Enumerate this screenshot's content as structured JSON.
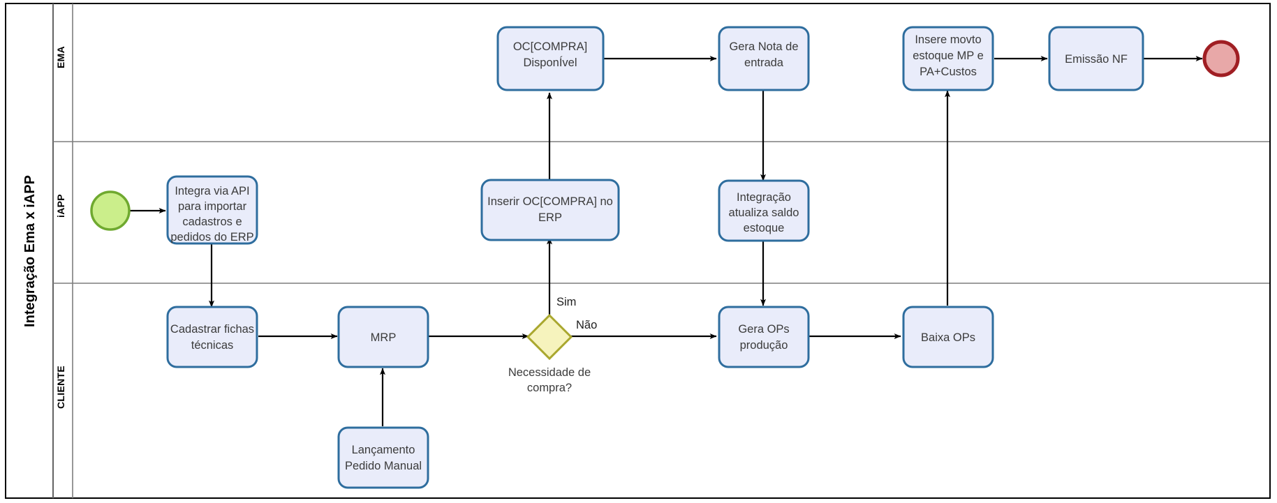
{
  "pool": {
    "title": "Integração Ema x iAPP",
    "lanes": [
      {
        "id": "ema",
        "label": "EMA"
      },
      {
        "id": "iapp",
        "label": "iAPP"
      },
      {
        "id": "cliente",
        "label": "CLIENTE"
      }
    ]
  },
  "events": {
    "start": {
      "name": "start-event",
      "lane": "iAPP",
      "type": "start"
    },
    "end": {
      "name": "end-event",
      "lane": "EMA",
      "type": "end"
    }
  },
  "tasks": {
    "integra_api": "Integra via API para importar cadastros e pedidos do ERP",
    "integra_api_lines": [
      "Integra via API",
      "para importar",
      "cadastros e",
      "pedidos do ERP"
    ],
    "cadastrar_fichas_lines": [
      "Cadastrar fichas",
      "técnicas"
    ],
    "mrp_lines": [
      "MRP"
    ],
    "lancamento_lines": [
      "Lançamento",
      "Pedido Manual"
    ],
    "inserir_oc_lines": [
      "Inserir OC[COMPRA] no",
      "ERP"
    ],
    "oc_disponivel_lines": [
      "OC[COMPRA]",
      "DisponÍvel"
    ],
    "gera_nota_lines": [
      "Gera Nota de",
      "entrada"
    ],
    "integracao_saldo_lines": [
      "Integração",
      "atualiza saldo",
      "estoque"
    ],
    "gera_ops_lines": [
      "Gera OPs",
      "produção"
    ],
    "baixa_ops_lines": [
      "Baixa OPs"
    ],
    "insere_movto_lines": [
      "Insere movto",
      "estoque MP e",
      "PA+Custos"
    ],
    "emissao_nf_lines": [
      "Emissão NF"
    ]
  },
  "gateway": {
    "label_lines": [
      "Necessidade de",
      "compra?"
    ],
    "label": "Necessidade de compra?"
  },
  "flow_labels": {
    "sim": "Sim",
    "nao": "Não"
  },
  "colors": {
    "task_fill": "#E9ECFA",
    "task_stroke": "#2E6D9E",
    "gateway_fill": "#F6F3BD",
    "gateway_stroke": "#A9A72E",
    "start_fill": "#CBEE8B",
    "start_stroke": "#6FA92F",
    "end_fill": "#E8A8A8",
    "end_stroke": "#A01E23",
    "lane_line": "#7d7d7d",
    "pool_line": "#000000",
    "flow_line": "#000000",
    "background": "#FFFFFF"
  }
}
